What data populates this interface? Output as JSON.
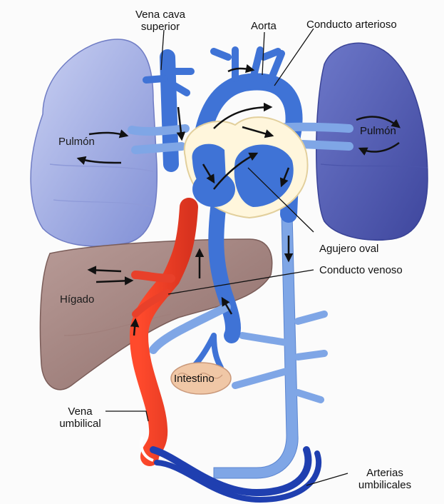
{
  "figure": {
    "labels": {
      "vena_cava_line1": "Vena cava",
      "vena_cava_line2": "superior",
      "aorta": "Aorta",
      "conducto_arterioso": "Conducto arterioso",
      "pulmon_left": "Pulmón",
      "pulmon_right": "Pulmón",
      "agujero_oval": "Agujero oval",
      "conducto_venoso": "Conducto venoso",
      "higado": "Hígado",
      "intestino": "Intestino",
      "vena_umbilical_line1": "Vena",
      "vena_umbilical_line2": "umbilical",
      "arterias_line1": "Arterias",
      "arterias_line2": "umbilicales"
    },
    "colors": {
      "lung_left": "#9aa6e0",
      "lung_right": "#5a63b8",
      "liver": "#a37f7a",
      "vein_blue": "#3f73d6",
      "vessel_light": "#7fa6e6",
      "umbilical_red": "#e8402a",
      "intestine": "#f0c7a6"
    }
  }
}
